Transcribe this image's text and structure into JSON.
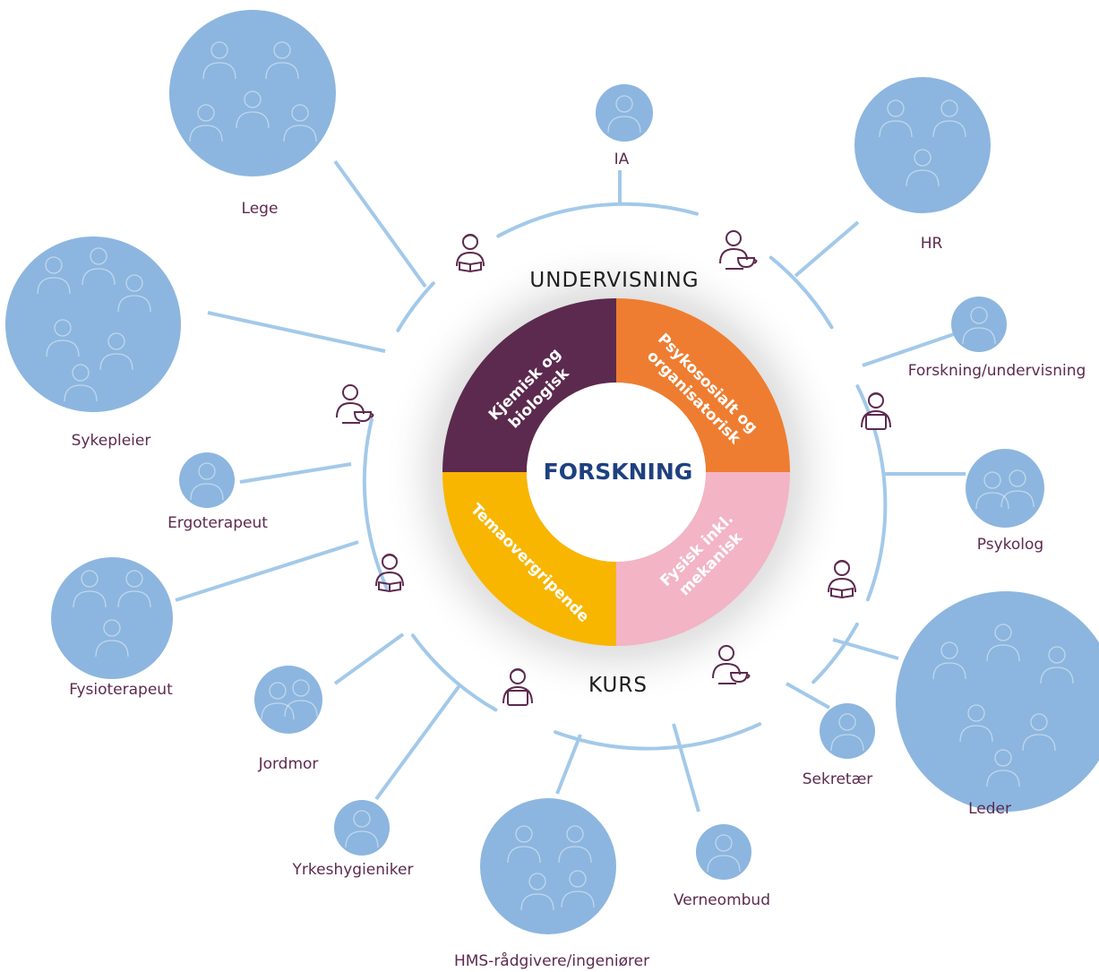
{
  "center": {
    "label": "FORSKNING"
  },
  "ring_labels": {
    "top": "UNDERVISNING",
    "bottom": "KURS"
  },
  "segments": [
    {
      "id": "kjemisk",
      "line1": "Kjemisk og",
      "line2": "biologisk",
      "color": "#5c2a4e"
    },
    {
      "id": "psykososialt",
      "line1": "Psykososialt og",
      "line2": "organisatorisk",
      "color": "#ee7d31"
    },
    {
      "id": "fysisk",
      "line1": "Fysisk inkl.",
      "line2": "mekanisk",
      "color": "#f3b4c6"
    },
    {
      "id": "temaovergripende",
      "line1": "Temaovergripende",
      "line2": "",
      "color": "#f8b600"
    }
  ],
  "roles": [
    {
      "id": "lege",
      "label": "Lege"
    },
    {
      "id": "ia",
      "label": "IA"
    },
    {
      "id": "hr",
      "label": "HR"
    },
    {
      "id": "sykepleier",
      "label": "Sykepleier"
    },
    {
      "id": "forskning",
      "label": "Forskning/undervisning"
    },
    {
      "id": "ergoterapeut",
      "label": "Ergoterapeut"
    },
    {
      "id": "psykolog",
      "label": "Psykolog"
    },
    {
      "id": "fysioterapeut",
      "label": "Fysioterapeut"
    },
    {
      "id": "leder",
      "label": "Leder"
    },
    {
      "id": "jordmor",
      "label": "Jordmor"
    },
    {
      "id": "sekretaer",
      "label": "Sekretær"
    },
    {
      "id": "yrkeshygieniker",
      "label": "Yrkeshygieniker"
    },
    {
      "id": "verneombud",
      "label": "Verneombud"
    },
    {
      "id": "hms",
      "label": "HMS-rådgivere/ingeniører"
    }
  ],
  "colors": {
    "bubble": "#8cb6df",
    "line": "#a3c9e9",
    "icon": "#5d2a4f",
    "label": "#5d2a4f",
    "center_text": "#1f4080"
  },
  "icons": [
    "person-book-icon",
    "person-coffee-icon",
    "person-laptop-icon",
    "people-pattern-icon"
  ]
}
